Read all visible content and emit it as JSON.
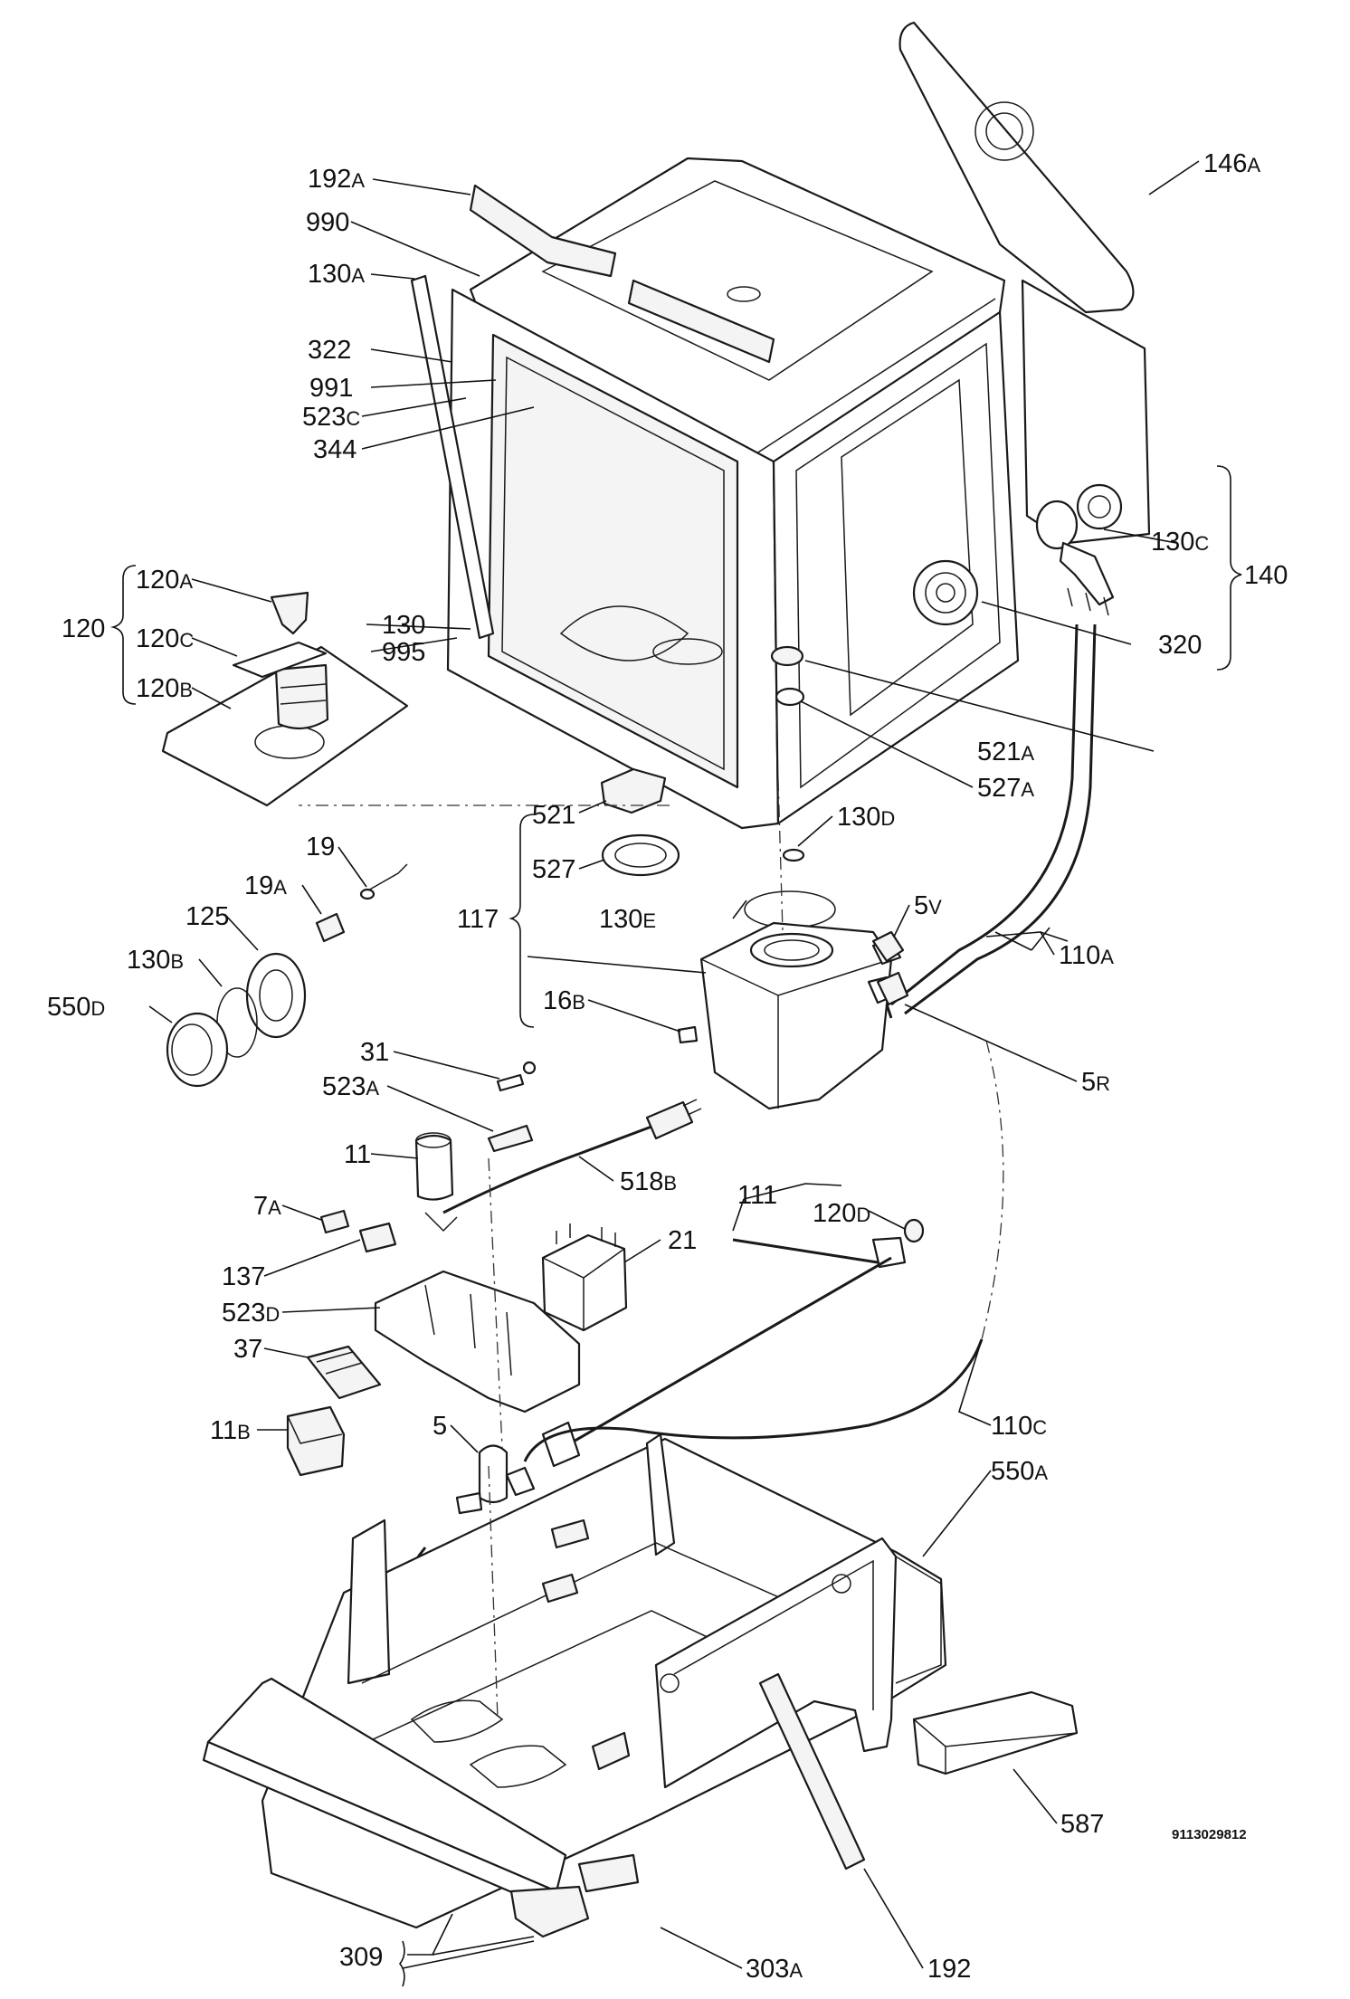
{
  "diagram": {
    "drawing_code": "9113029812",
    "labels": [
      {
        "id": "l-192a",
        "num": "192",
        "suf": "A"
      },
      {
        "id": "l-990",
        "num": "990",
        "suf": ""
      },
      {
        "id": "l-130a",
        "num": "130",
        "suf": "A"
      },
      {
        "id": "l-322",
        "num": "322",
        "suf": ""
      },
      {
        "id": "l-991",
        "num": "991",
        "suf": ""
      },
      {
        "id": "l-523c",
        "num": "523",
        "suf": "C"
      },
      {
        "id": "l-344",
        "num": "344",
        "suf": ""
      },
      {
        "id": "l-120a",
        "num": "120",
        "suf": "A"
      },
      {
        "id": "l-120",
        "num": "120",
        "suf": ""
      },
      {
        "id": "l-120c",
        "num": "120",
        "suf": "C"
      },
      {
        "id": "l-120b",
        "num": "120",
        "suf": "B"
      },
      {
        "id": "l-130",
        "num": "130",
        "suf": ""
      },
      {
        "id": "l-995",
        "num": "995",
        "suf": ""
      },
      {
        "id": "l-146a",
        "num": "146",
        "suf": "A"
      },
      {
        "id": "l-130c",
        "num": "130",
        "suf": "C"
      },
      {
        "id": "l-140",
        "num": "140",
        "suf": ""
      },
      {
        "id": "l-320",
        "num": "320",
        "suf": ""
      },
      {
        "id": "l-521a",
        "num": "521",
        "suf": "A"
      },
      {
        "id": "l-527a",
        "num": "527",
        "suf": "A"
      },
      {
        "id": "l-521",
        "num": "521",
        "suf": ""
      },
      {
        "id": "l-130d",
        "num": "130",
        "suf": "D"
      },
      {
        "id": "l-527",
        "num": "527",
        "suf": ""
      },
      {
        "id": "l-19",
        "num": "19",
        "suf": ""
      },
      {
        "id": "l-19a",
        "num": "19",
        "suf": "A"
      },
      {
        "id": "l-125",
        "num": "125",
        "suf": ""
      },
      {
        "id": "l-130b",
        "num": "130",
        "suf": "B"
      },
      {
        "id": "l-550d",
        "num": "550",
        "suf": "D"
      },
      {
        "id": "l-117",
        "num": "117",
        "suf": ""
      },
      {
        "id": "l-130e",
        "num": "130",
        "suf": "E"
      },
      {
        "id": "l-5v",
        "num": "5",
        "suf": "V"
      },
      {
        "id": "l-110a",
        "num": "110",
        "suf": "A"
      },
      {
        "id": "l-16b",
        "num": "16",
        "suf": "B"
      },
      {
        "id": "l-5r",
        "num": "5",
        "suf": "R"
      },
      {
        "id": "l-31",
        "num": "31",
        "suf": ""
      },
      {
        "id": "l-523a",
        "num": "523",
        "suf": "A"
      },
      {
        "id": "l-11",
        "num": "11",
        "suf": ""
      },
      {
        "id": "l-518b",
        "num": "518",
        "suf": "B"
      },
      {
        "id": "l-111",
        "num": "111",
        "suf": ""
      },
      {
        "id": "l-120d",
        "num": "120",
        "suf": "D"
      },
      {
        "id": "l-7a",
        "num": "7",
        "suf": "A"
      },
      {
        "id": "l-21",
        "num": "21",
        "suf": ""
      },
      {
        "id": "l-137",
        "num": "137",
        "suf": ""
      },
      {
        "id": "l-523d",
        "num": "523",
        "suf": "D"
      },
      {
        "id": "l-37",
        "num": "37",
        "suf": ""
      },
      {
        "id": "l-11b",
        "num": "11",
        "suf": "B"
      },
      {
        "id": "l-5",
        "num": "5",
        "suf": ""
      },
      {
        "id": "l-110c",
        "num": "110",
        "suf": "C"
      },
      {
        "id": "l-550a",
        "num": "550",
        "suf": "A"
      },
      {
        "id": "l-587",
        "num": "587",
        "suf": ""
      },
      {
        "id": "l-309",
        "num": "309",
        "suf": ""
      },
      {
        "id": "l-303a",
        "num": "303",
        "suf": "A"
      },
      {
        "id": "l-192",
        "num": "192",
        "suf": ""
      }
    ]
  }
}
